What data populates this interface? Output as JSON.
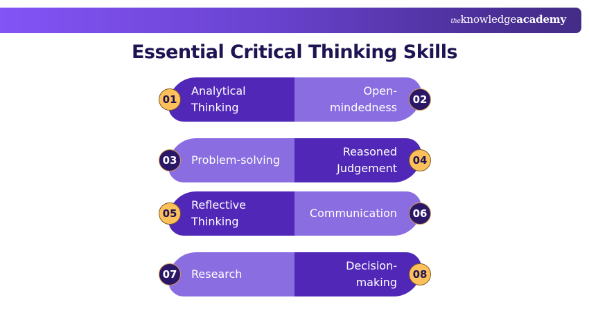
{
  "header": {
    "brand_prefix": "the",
    "brand_knowledge": "knowledge",
    "brand_academy": "academy"
  },
  "title": "Essential Critical Thinking Skills",
  "colors": {
    "dark_segment": "#5127b8",
    "light_segment": "#8a6de0",
    "gold_badge": "#fec05a",
    "navy_badge": "#2a1768",
    "title_text": "#1e1454"
  },
  "skills": [
    {
      "num": "01",
      "label": "Analytical Thinking"
    },
    {
      "num": "02",
      "label": "Open-mindedness"
    },
    {
      "num": "03",
      "label": "Problem-solving"
    },
    {
      "num": "04",
      "label": "Reasoned Judgement"
    },
    {
      "num": "05",
      "label": "Reflective Thinking"
    },
    {
      "num": "06",
      "label": "Communication"
    },
    {
      "num": "07",
      "label": "Research"
    },
    {
      "num": "08",
      "label": "Decision-making"
    }
  ],
  "display": {
    "s1": {
      "line1": "Analytical",
      "line2": "Thinking"
    },
    "s2": {
      "line1": "Open-",
      "line2": "mindedness"
    },
    "s3": {
      "line1": "Problem-solving"
    },
    "s4": {
      "line1": "Reasoned",
      "line2": "Judgement"
    },
    "s5": {
      "line1": "Reflective",
      "line2": "Thinking"
    },
    "s6": {
      "line1": "Communication"
    },
    "s7": {
      "line1": "Research"
    },
    "s8": {
      "line1": "Decision-",
      "line2": "making"
    }
  }
}
